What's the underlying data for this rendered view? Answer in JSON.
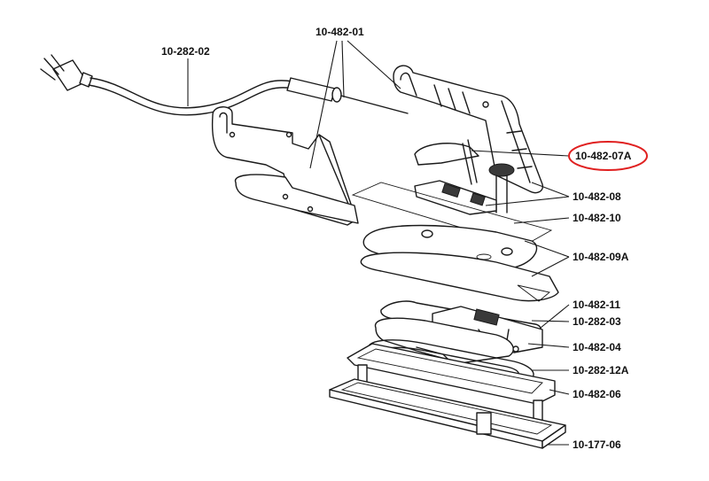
{
  "labels": {
    "cord": "10-282-02",
    "upper_frame": "10-482-01",
    "handle": "10-482-07A",
    "switch_assembly": "10-482-08",
    "insulator": "10-482-10",
    "gasket": "10-482-09A",
    "top_plate": "10-482-11",
    "thermostat": "10-282-03",
    "element_bracket": "10-482-04",
    "heating_element": "10-282-12A",
    "sole_plate": "10-482-06",
    "base_plate": "10-177-06"
  },
  "highlight": {
    "target": "handle",
    "color": "#e02020"
  }
}
